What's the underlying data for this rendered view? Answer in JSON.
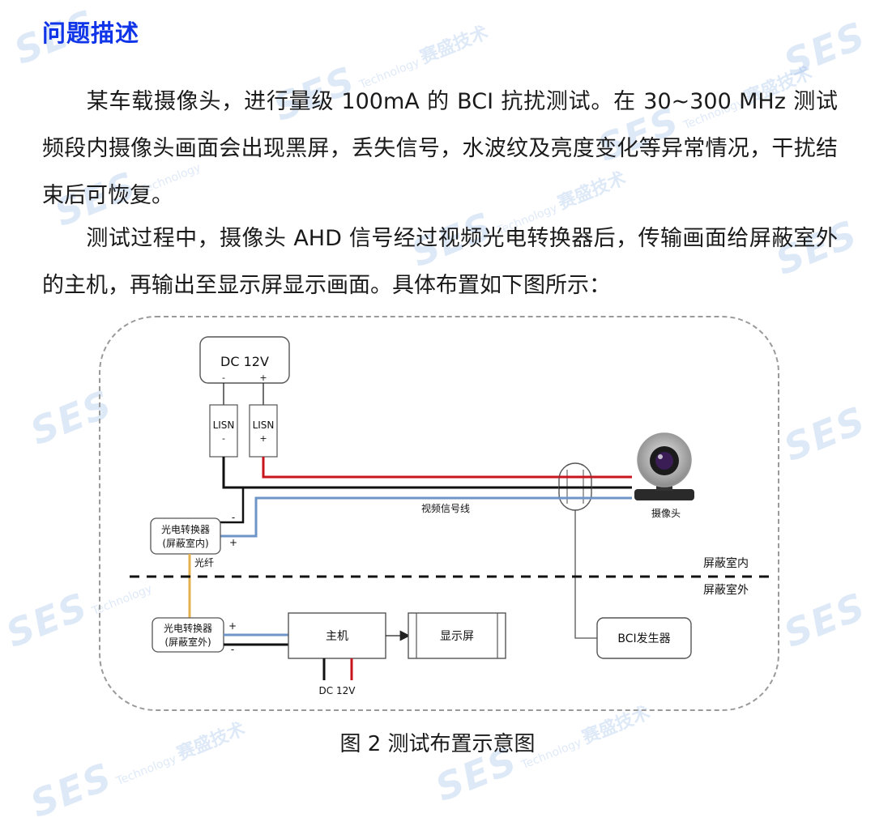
{
  "watermark": {
    "logo": "SES",
    "tagline": "Technology",
    "cn": "赛盛技术"
  },
  "heading": "问题描述",
  "paragraphs": [
    "某车载摄像头，进行量级 100mA 的 BCI 抗扰测试。在 30~300 MHz 测试频段内摄像头画面会出现黑屏，丢失信号，水波纹及亮度变化等异常情况，干扰结束后可恢复。",
    "测试过程中，摄像头 AHD 信号经过视频光电转换器后，传输画面给屏蔽室外的主机，再输出至显示屏显示画面。具体布置如下图所示："
  ],
  "diagram": {
    "dc_supply": {
      "label": "DC 12V",
      "minus": "-",
      "plus": "+"
    },
    "lisn_minus": {
      "label": "LISN",
      "sign": "-"
    },
    "lisn_plus": {
      "label": "LISN",
      "sign": "+"
    },
    "video_line_label": "视频信号线",
    "camera_label": "摄像头",
    "converter_inside": {
      "line1": "光电转换器",
      "line2": "(屏蔽室内)",
      "minus": "-",
      "plus": "+"
    },
    "fiber_label": "光纤",
    "inside_label": "屏蔽室内",
    "outside_label": "屏蔽室外",
    "converter_outside": {
      "line1": "光电转换器",
      "line2": "(屏蔽室外)",
      "plus": "+",
      "minus": "-"
    },
    "host_label": "主机",
    "display_label": "显示屏",
    "host_dc_label": "DC 12V",
    "bci_label": "BCI发生器",
    "colors": {
      "positive": "#c8141c",
      "negative": "#111111",
      "signal": "#6e95c8",
      "fiber": "#e3b14e",
      "box_border": "#555555"
    }
  },
  "caption": "图 2  测试布置示意图"
}
